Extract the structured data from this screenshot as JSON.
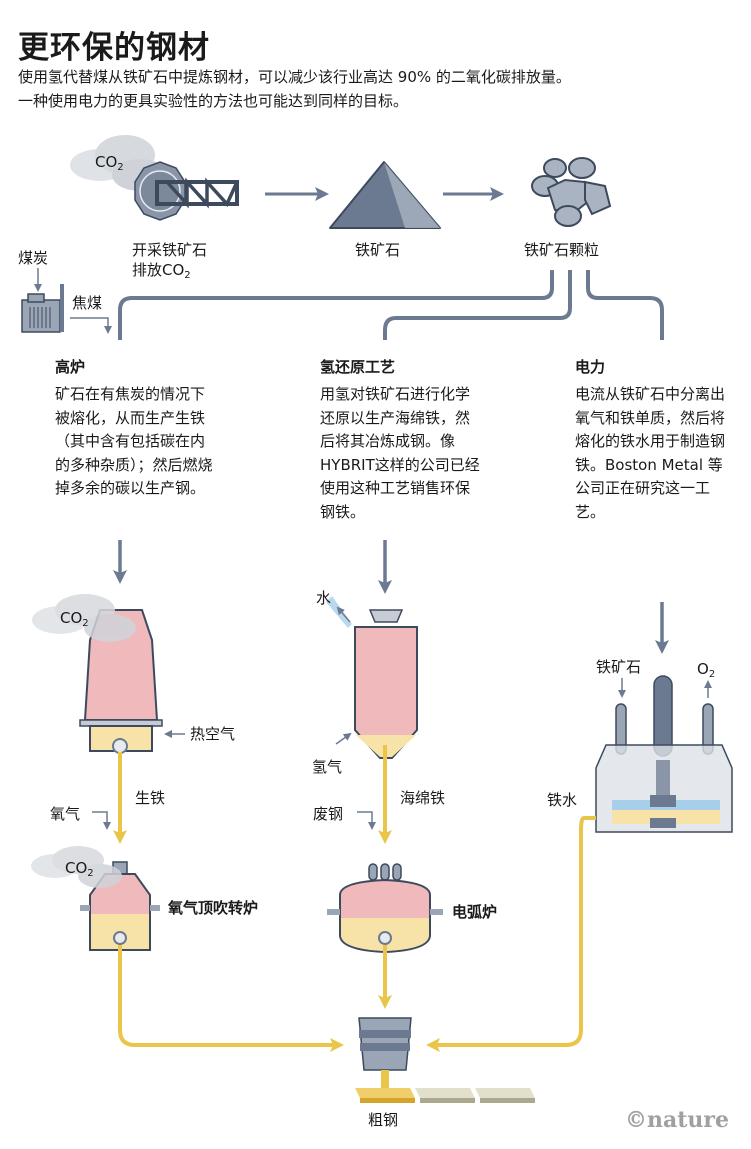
{
  "header": {
    "title": "更环保的钢材",
    "subtitle_line1": "使用氢代替煤从铁矿石中提炼钢材，可以减少该行业高达 90% 的二氧化碳排放量。",
    "subtitle_line2": "一种使用电力的更具实验性的方法也可能达到同样的目标。"
  },
  "top_row": {
    "mining_label_line1": "开采铁矿石",
    "mining_label_line2": "排放CO",
    "mining_co2_sub": "2",
    "cloud_co2": "CO",
    "cloud_co2_sub": "2",
    "ore_label": "铁矿石",
    "pellets_label": "铁矿石颗粒",
    "coal_label": "煤炭",
    "coke_label": "焦煤"
  },
  "routes": [
    {
      "heading": "高炉",
      "text": "矿石在有焦炭的情况下被熔化，从而生产生铁（其中含有包括碳在内的多种杂质）；然后燃烧掉多余的碳以生产钢。"
    },
    {
      "heading": "氢还原工艺",
      "text": "用氢对铁矿石进行化学还原以生产海绵铁，然后将其冶炼成钢。像HYBRIT这样的公司已经使用这种工艺销售环保钢铁。"
    },
    {
      "heading": "电力",
      "text": "电流从铁矿石中分离出氧气和铁单质，然后将熔化的铁水用于制造钢铁。Boston Metal 等公司正在研究这一工艺。"
    }
  ],
  "blast_furnace": {
    "co2": "CO",
    "co2_sub": "2",
    "hot_air": "热空气",
    "pig_iron": "生铁",
    "oxygen": "氧气"
  },
  "bof": {
    "co2": "CO",
    "co2_sub": "2",
    "label": "氧气顶吹转炉"
  },
  "hydrogen": {
    "water": "水",
    "hydrogen_gas": "氢气",
    "sponge_iron": "海绵铁",
    "scrap": "废钢",
    "eaf_label": "电弧炉"
  },
  "electric": {
    "ore": "铁矿石",
    "o2": "O",
    "o2_sub": "2",
    "molten_iron": "铁水"
  },
  "output": {
    "crude_steel": "粗钢"
  },
  "credit": "©nature",
  "colors": {
    "slate": "#6b7a91",
    "slate_dark": "#3d4a5e",
    "gold": "#e9c54a",
    "pink": "#f0b9bb",
    "cream": "#f7e3a8",
    "cloud": "#d6d9de",
    "water": "#a8cfea"
  }
}
